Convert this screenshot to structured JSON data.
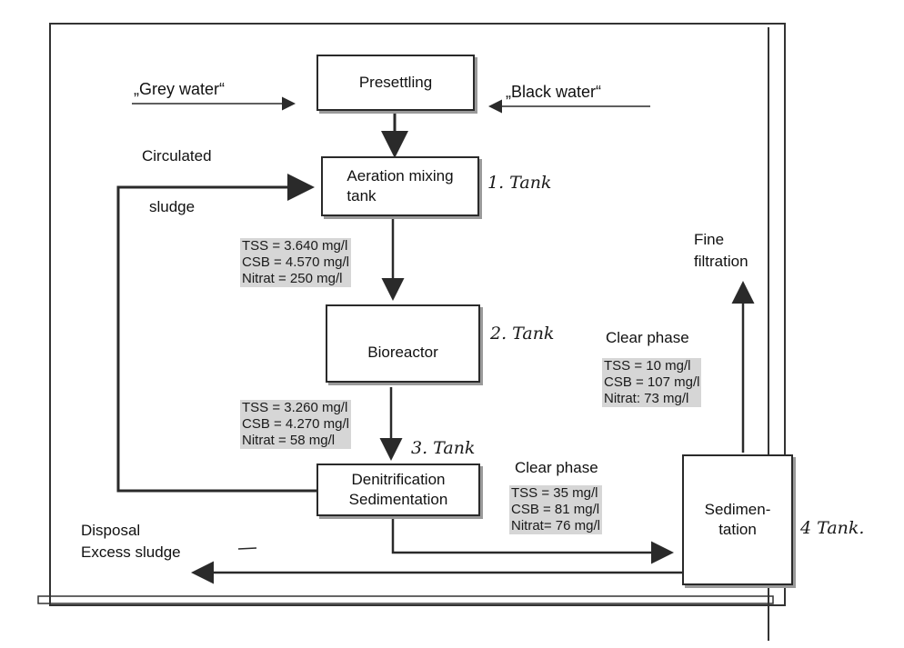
{
  "inputs": {
    "grey_water": "„Grey water“",
    "black_water": "„Black water“"
  },
  "boxes": {
    "presettling": "Presettling",
    "aeration": [
      "Aeration mixing",
      "tank"
    ],
    "bioreactor": "Bioreactor",
    "denitrification": [
      "Denitrification",
      "Sedimentation"
    ],
    "sedimentation": [
      "Sedimen-",
      "tation"
    ]
  },
  "labels": {
    "circulated": "Circulated",
    "sludge": "sludge",
    "fine_filtration": [
      "Fine",
      "filtration"
    ],
    "disposal": [
      "Disposal",
      "Excess sludge"
    ],
    "clear_phase_1": "Clear phase",
    "clear_phase_2": "Clear phase"
  },
  "measurements": {
    "after_aeration": [
      "TSS = 3.640 mg/l",
      "CSB = 4.570 mg/l",
      "Nitrat = 250 mg/l"
    ],
    "after_bioreactor": [
      "TSS = 3.260 mg/l",
      "CSB = 4.270 mg/l",
      "Nitrat = 58 mg/l"
    ],
    "clear_phase_den": [
      "TSS = 35 mg/l",
      "CSB = 81 mg/l",
      "Nitrat= 76 mg/l"
    ],
    "clear_phase_sed": [
      "TSS = 10 mg/l",
      "CSB = 107 mg/l",
      "Nitrat: 73 mg/l"
    ]
  },
  "handwritten": {
    "tank1": "1. Tank",
    "tank2": "2. Tank",
    "tank3": "3. Tank",
    "tank4": "4 Tank."
  },
  "colors": {
    "line": "#2a2a2a",
    "shadow": "#9a9a9a",
    "highlight": "#d6d6d6"
  }
}
